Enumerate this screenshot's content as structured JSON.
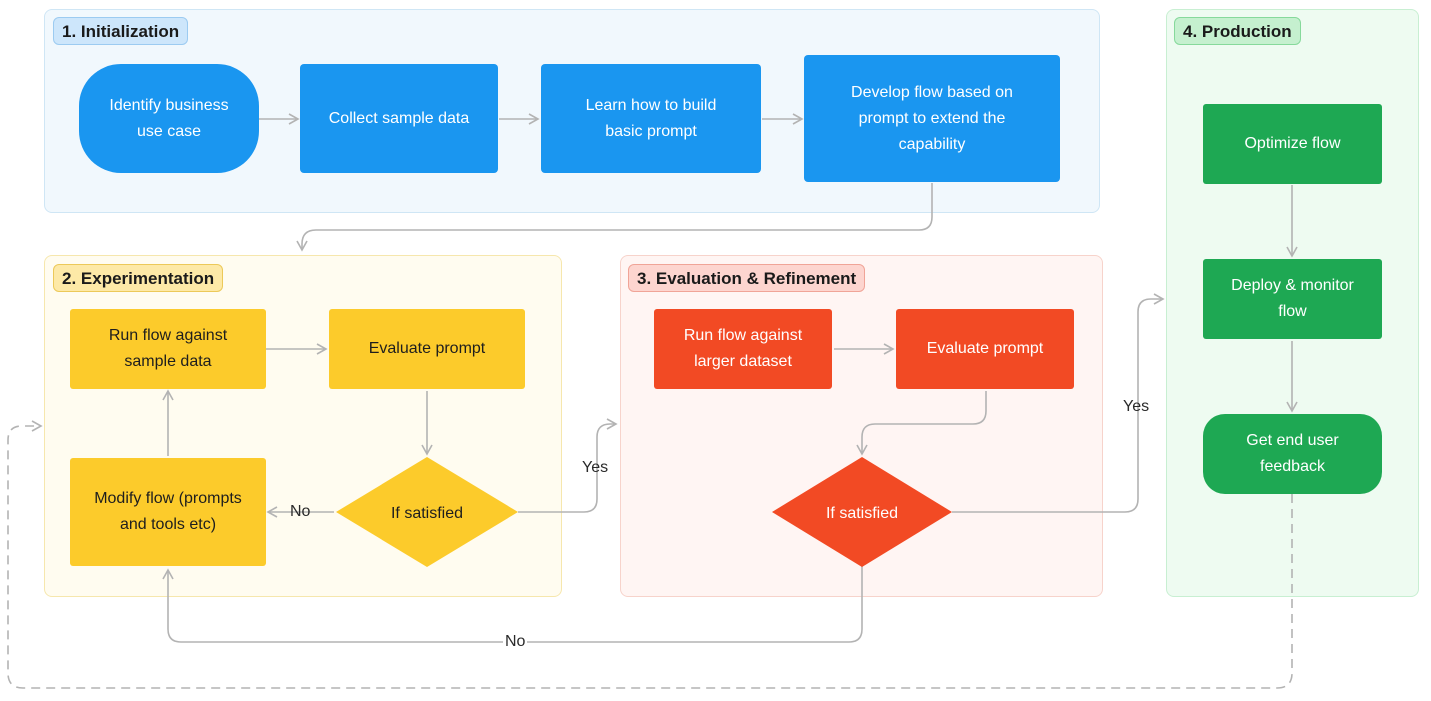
{
  "sections": {
    "initialization": "1. Initialization",
    "experimentation": "2. Experimentation",
    "evaluation": "3. Evaluation & Refinement",
    "production": "4. Production"
  },
  "init": {
    "identify_line1": "Identify business",
    "identify_line2": "use case",
    "collect": "Collect sample data",
    "learn_line1": "Learn how to build",
    "learn_line2": "basic prompt",
    "develop_line1": "Develop flow based on",
    "develop_line2": "prompt to extend the",
    "develop_line3": "capability"
  },
  "experimentation": {
    "run_line1": "Run flow against",
    "run_line2": "sample data",
    "evaluate": "Evaluate prompt",
    "modify_line1": "Modify flow (prompts",
    "modify_line2": "and tools etc)",
    "decision": "If satisfied"
  },
  "evaluation": {
    "run_line1": "Run flow against",
    "run_line2": "larger dataset",
    "evaluate": "Evaluate prompt",
    "decision": "If satisfied"
  },
  "production": {
    "optimize": "Optimize flow",
    "deploy_line1": "Deploy & monitor",
    "deploy_line2": "flow",
    "feedback_line1": "Get end user",
    "feedback_line2": "feedback"
  },
  "edge_labels": {
    "exp_no": "No",
    "exp_yes": "Yes",
    "eval_yes": "Yes",
    "eval_no": "No"
  },
  "colors": {
    "blue": "#1a96f0",
    "yellow": "#fccb2b",
    "red": "#f24a24",
    "green": "#1ea853",
    "connector": "#b3b3b3"
  }
}
